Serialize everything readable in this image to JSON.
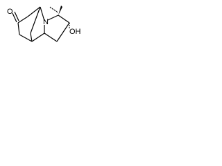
{
  "molecule": {
    "atoms": {
      "oxygen_keto": {
        "symbol": "O"
      },
      "nitrogen": {
        "symbol": "N"
      },
      "hydroxyl": {
        "symbol": "OH"
      }
    },
    "colors": {
      "bond": "#000000",
      "background": "#ffffff"
    }
  }
}
